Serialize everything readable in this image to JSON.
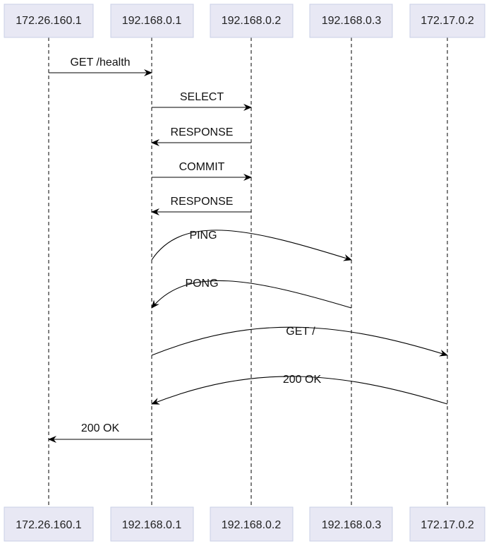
{
  "actors": [
    {
      "id": "a1",
      "label": "172.26.160.1"
    },
    {
      "id": "a2",
      "label": "192.168.0.1"
    },
    {
      "id": "a3",
      "label": "192.168.0.2"
    },
    {
      "id": "a4",
      "label": "192.168.0.3"
    },
    {
      "id": "a5",
      "label": "172.17.0.2"
    }
  ],
  "messages": [
    {
      "from": "a1",
      "to": "a2",
      "label": "GET /health"
    },
    {
      "from": "a2",
      "to": "a3",
      "label": "SELECT"
    },
    {
      "from": "a3",
      "to": "a2",
      "label": "RESPONSE"
    },
    {
      "from": "a2",
      "to": "a3",
      "label": "COMMIT"
    },
    {
      "from": "a3",
      "to": "a2",
      "label": "RESPONSE"
    },
    {
      "from": "a2",
      "to": "a4",
      "label": "PING"
    },
    {
      "from": "a4",
      "to": "a2",
      "label": "PONG"
    },
    {
      "from": "a2",
      "to": "a5",
      "label": "GET /"
    },
    {
      "from": "a5",
      "to": "a2",
      "label": "200 OK"
    },
    {
      "from": "a2",
      "to": "a1",
      "label": "200 OK"
    }
  ]
}
